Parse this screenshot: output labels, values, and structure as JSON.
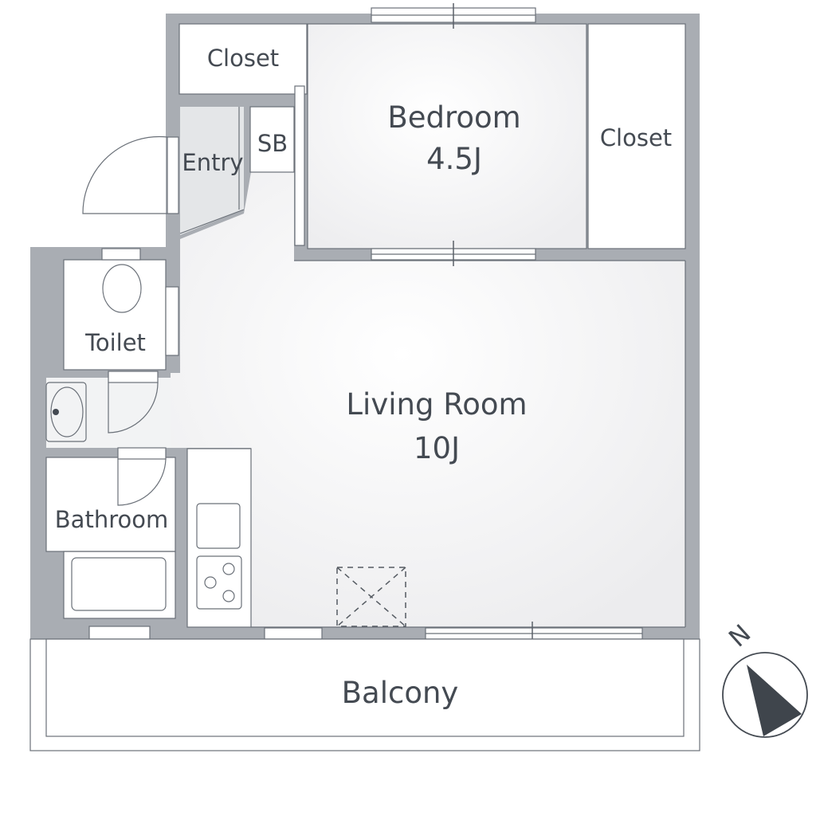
{
  "rooms": {
    "closet_top": "Closet",
    "bedroom": "Bedroom",
    "bedroom_size": "4.5J",
    "closet_right": "Closet",
    "entry": "Entry",
    "shoe_box": "SB",
    "toilet": "Toilet",
    "living_room": "Living Room",
    "living_size": "10J",
    "bathroom": "Bathroom",
    "balcony": "Balcony"
  },
  "compass": {
    "north_label": "N"
  }
}
